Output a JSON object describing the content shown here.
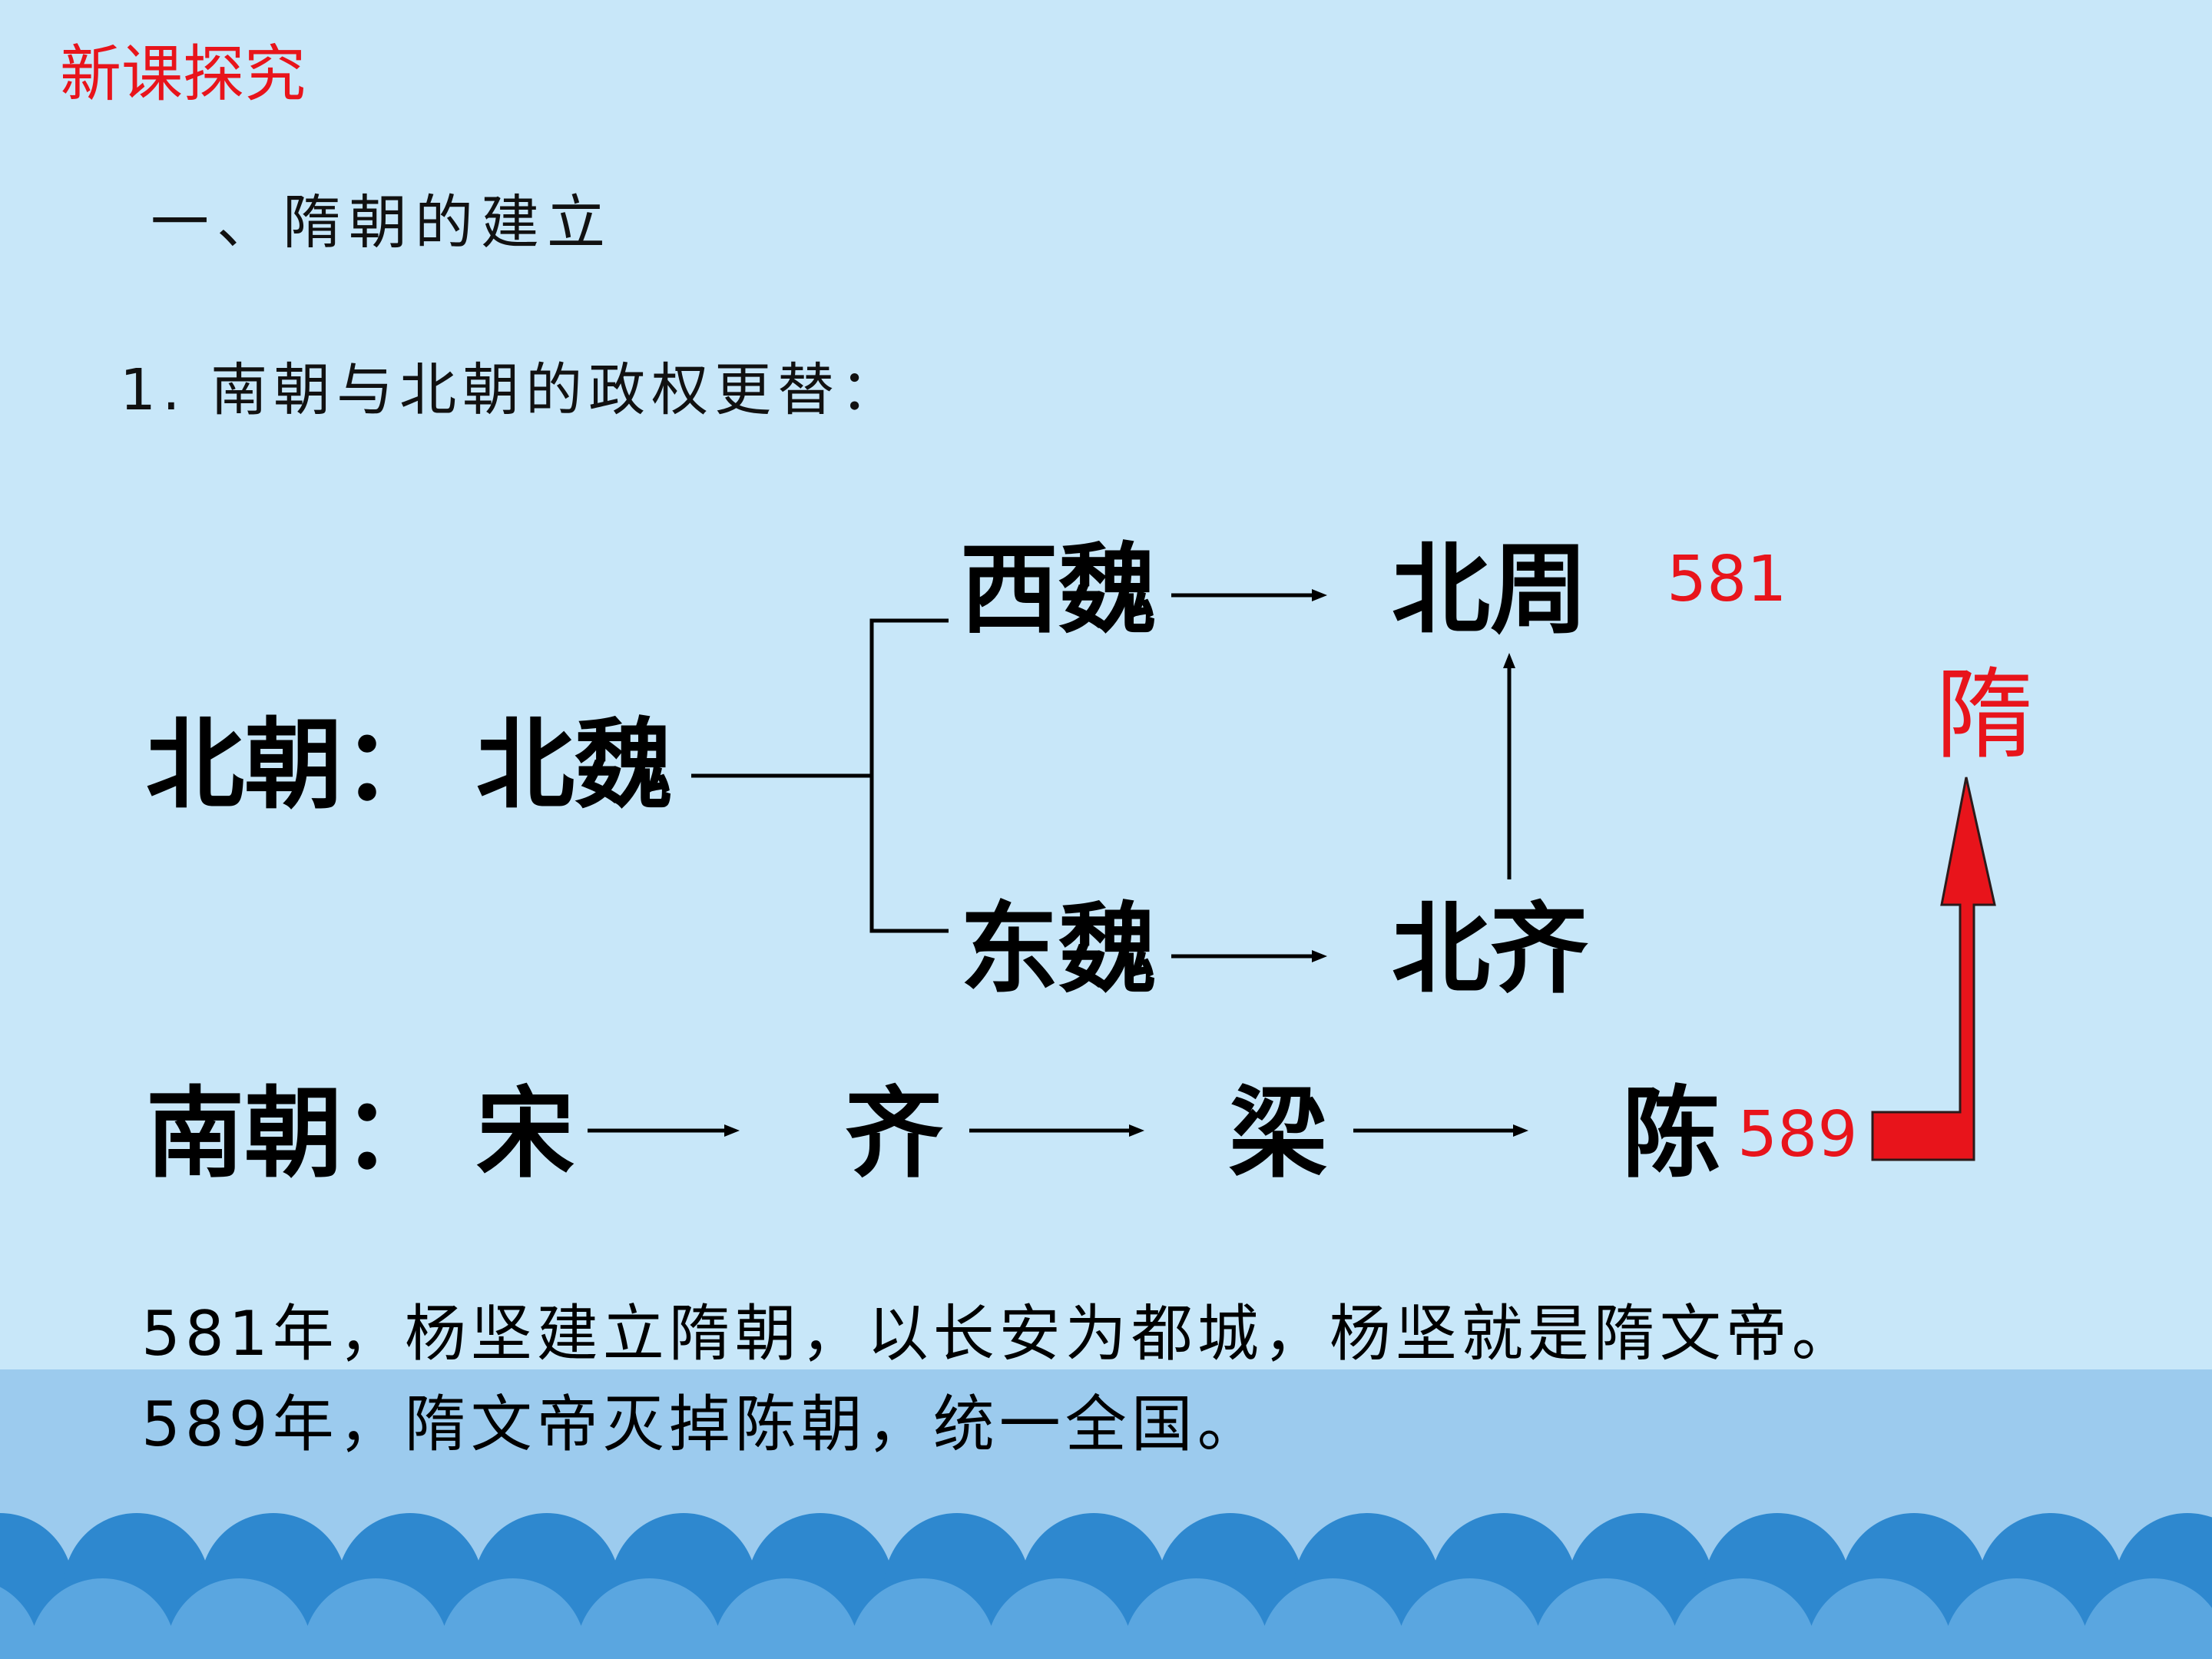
{
  "slide": {
    "section_label": "新课探究",
    "heading": "一、隋朝的建立",
    "subheading": "1. 南朝与北朝的政权更替："
  },
  "diagram": {
    "north_label": "北朝：",
    "north_wei": "北魏",
    "western_wei": "西魏",
    "eastern_wei": "东魏",
    "northern_zhou": "北周",
    "northern_qi": "北齐",
    "year_581": "581",
    "south_label": "南朝：",
    "southern_dynasties": [
      "宋",
      "齐",
      "梁",
      "陈"
    ],
    "year_589": "589",
    "sui": "隋"
  },
  "summary": {
    "line1": "581年，杨坚建立隋朝，以长安为都城，杨坚就是隋文帝。",
    "line2": "589年，隋文帝灭掉陈朝，统一全国。"
  },
  "colors": {
    "background": "#c8e7f9",
    "accent": "#e8141b",
    "band": "#9ccbee",
    "wave": "#2e88cf",
    "wave_light": "#5aa6e0"
  }
}
